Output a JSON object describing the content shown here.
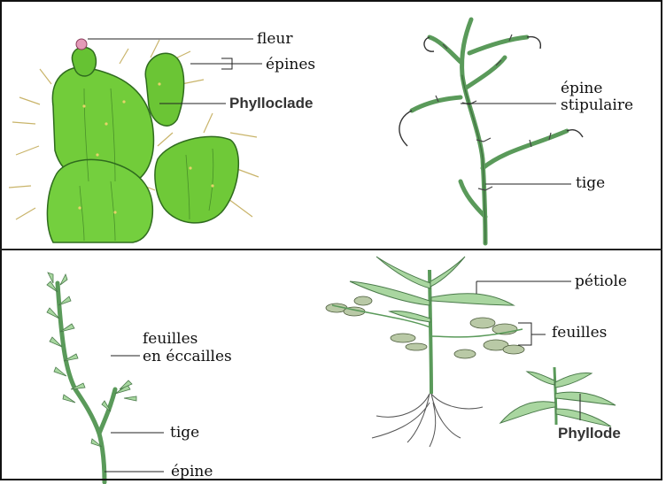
{
  "cactus": {
    "labels": {
      "fleur": "fleur",
      "epines": "épines",
      "phylloclade": "Phylloclade"
    }
  },
  "stipule_plant": {
    "labels": {
      "epine_line1": "épine",
      "epine_line2": "stipulaire",
      "tige": "tige"
    }
  },
  "scale_plant": {
    "labels": {
      "feuilles_line1": "feuilles",
      "feuilles_line2": "en éccailles",
      "tige": "tige",
      "epine": "épine"
    }
  },
  "phyllode_plant": {
    "labels": {
      "petiole": "pétiole",
      "feuilles": "feuilles",
      "phyllode": "Phyllode"
    }
  },
  "colors": {
    "cactus_green": "#6fcf3c",
    "stem_green": "#5a9a5a",
    "leaf_green": "#8fc48a",
    "outline": "#222222"
  }
}
